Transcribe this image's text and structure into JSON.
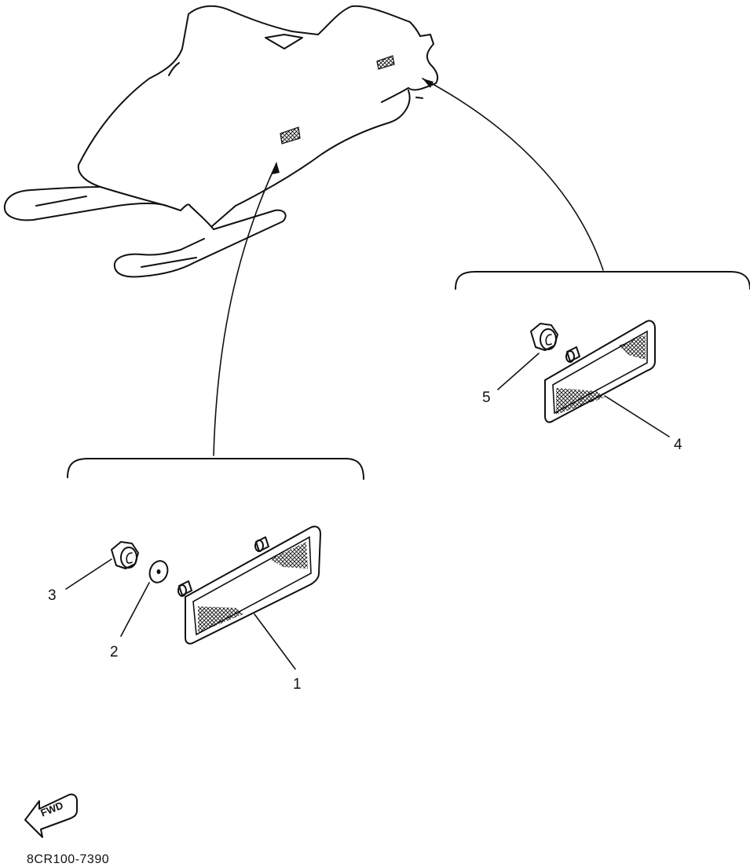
{
  "diagram_code": "8CR100-7390",
  "fwd_label": "FWD",
  "callouts": [
    {
      "id": "1",
      "label": "1"
    },
    {
      "id": "2",
      "label": "2"
    },
    {
      "id": "3",
      "label": "3"
    },
    {
      "id": "4",
      "label": "4"
    },
    {
      "id": "5",
      "label": "5"
    }
  ],
  "icons": {
    "fwd_arrow": "fwd-arrow-icon",
    "hatch_color": "#111111"
  }
}
